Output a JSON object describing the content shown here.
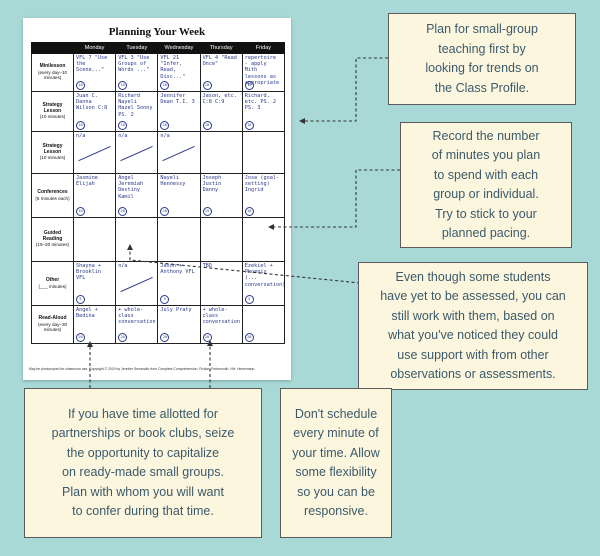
{
  "planner": {
    "title": "Planning Your Week",
    "days": [
      "Monday",
      "Tuesday",
      "Wednesday",
      "Thursday",
      "Friday"
    ],
    "rows": [
      {
        "label": "Minilesson",
        "note": "(every day–10 minutes)",
        "cells": [
          "VFL 7 \"Use the Scene...\"",
          "VFL 3 \"Use Groups of Words ...\"",
          "VFL 21 \"Infer, Read, Disc...\"",
          "VFL 4 \"Read Once\"",
          "repertoire - apply Mith lessons as appropriate"
        ],
        "times": [
          "10",
          "10",
          "10",
          "10",
          "10"
        ]
      },
      {
        "label": "Strategy Lesson",
        "note": "(10 minutes)",
        "cells": [
          "Juan C. Danna Wilson C:8",
          "Richard Nayeli Hazel Sonny PS. 2",
          "Jennifer Dean T.I. 3",
          "Jason, etc. C:8 C:9",
          "Richard, etc. PS. 2 PS. 3"
        ],
        "times": [
          "10",
          "10",
          "10",
          "10",
          "10"
        ]
      },
      {
        "label": "Strategy Lesson",
        "note": "(10 minutes)",
        "cells": [
          "n/a",
          "n/a",
          "n/a",
          "",
          ""
        ],
        "times": [
          "",
          "",
          "",
          "",
          ""
        ]
      },
      {
        "label": "Conferences",
        "note": "(5 minutes each)",
        "cells": [
          "Jasmine Elijah",
          "Angel Jeremiah Destiny Kamil",
          "Nayeli Hennessy",
          "Joseph Justin Danny",
          "Jose (goal-setting) Ingrid"
        ],
        "times": [
          "10",
          "20",
          "10",
          "15",
          "10"
        ]
      },
      {
        "label": "Guided Reading",
        "note": "(15–20 minutes)",
        "cells": [
          "",
          "",
          "",
          "",
          ""
        ],
        "times": [
          "",
          "",
          "",
          "",
          ""
        ]
      },
      {
        "label": "Other",
        "note": "(___ minutes)",
        "cells": [
          "Shayna + Brooklin VFL",
          "n/a",
          "Jason + Anthony VFL",
          "TBD",
          "Ezekiel + Phoenix (... conversation)"
        ],
        "times": [
          "5",
          "",
          "5",
          "",
          "5"
        ]
      },
      {
        "label": "Read-Aloud",
        "note": "(every day–30 minutes)",
        "cells": [
          "Angel + Bedina",
          "+ whole-class conversation",
          "July Praty",
          "+ whole-class conversation",
          ""
        ],
        "times": [
          "20",
          "20",
          "20",
          "20",
          "20"
        ]
      }
    ],
    "footer": "May be photocopied for classroom use. Copyright © 2019 by Jennifer Serravallo from Complete Comprehension. Fiction. Portsmouth, NH: Heinemann."
  },
  "callouts": {
    "small_group": [
      "Plan for small-group",
      "teaching first by",
      "looking for trends on",
      "the Class Profile."
    ],
    "minutes": [
      "Record the number",
      "of minutes you plan",
      "to spend with each",
      "group or individual.",
      "Try to stick to your",
      "planned pacing."
    ],
    "not_assessed": [
      "Even though some students",
      "have yet to be assessed, you can",
      "still work with them, based on",
      "what you've noticed they could",
      "use support with from other",
      "observations or assessments."
    ],
    "partnerships": [
      "If you have time allotted for",
      "partnerships or book clubs, seize",
      "the opportunity to capitalize",
      "on ready-made small groups.",
      "Plan with whom you will want",
      "to confer during that time."
    ],
    "flexibility": [
      "Don't schedule",
      "every minute of",
      "your time. Allow",
      "some flexibility",
      "so you can be",
      "responsive."
    ]
  },
  "colors": {
    "background": "#a9d9d6",
    "callout_fill": "#fdf6de",
    "callout_text": "#3a5a6c",
    "handwriting": "#2b3a8c"
  }
}
